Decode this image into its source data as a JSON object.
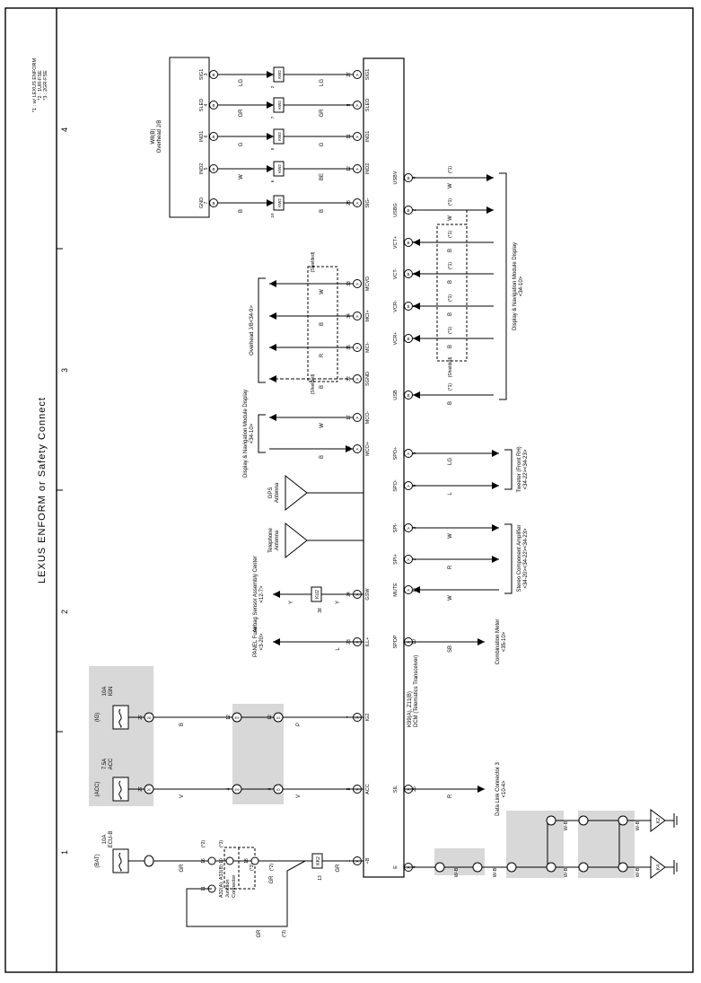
{
  "title": "LEXUS ENFORM or Safety Connect",
  "notes": [
    "*1 : w/ LEXUS ENFORM",
    "*2 : 1UR-FSE",
    "*3 : 2GR-FSE"
  ],
  "sections": [
    "1",
    "2",
    "3",
    "4"
  ],
  "dcm": {
    "code": "K99(A), Z11(B)",
    "name": "DCM (Telematics Transceiver)",
    "left_pins": [
      {
        "num": "27",
        "conn": "A",
        "name": "SIG1"
      },
      {
        "num": "9",
        "conn": "A",
        "name": "SLED"
      },
      {
        "num": "11",
        "conn": "A",
        "name": "IND1"
      },
      {
        "num": "12",
        "conn": "A",
        "name": "IND2"
      },
      {
        "num": "28",
        "conn": "A",
        "name": "SIG-"
      },
      {
        "num": "33",
        "conn": "A",
        "name": "MCVD"
      },
      {
        "num": "34",
        "conn": "A",
        "name": "MCI+"
      },
      {
        "num": "35",
        "conn": "A",
        "name": "MCI-"
      },
      {
        "num": "32",
        "conn": "A",
        "name": "SGND"
      },
      {
        "num": "17",
        "conn": "A",
        "name": "MCO-"
      },
      {
        "num": "18",
        "conn": "A",
        "name": "MCO+"
      },
      {
        "num": "24",
        "conn": "A",
        "name": "GSW"
      },
      {
        "num": "23",
        "conn": "A",
        "name": "ILL+"
      },
      {
        "num": "7",
        "conn": "A",
        "name": "IG2"
      },
      {
        "num": "8",
        "conn": "A",
        "name": "ACC"
      },
      {
        "num": "1",
        "conn": "A",
        "name": "+B"
      }
    ],
    "right_pins": [
      {
        "num": "4",
        "conn": "B",
        "name": "USBV"
      },
      {
        "num": "2",
        "conn": "B",
        "name": "USBG"
      },
      {
        "num": "3",
        "conn": "B",
        "name": "VCT+"
      },
      {
        "num": "5",
        "conn": "B",
        "name": "VCT-"
      },
      {
        "num": "6",
        "conn": "B",
        "name": "VCR-"
      },
      {
        "num": "7",
        "conn": "B",
        "name": "VCR+"
      },
      {
        "num": "1",
        "conn": "B",
        "name": "USB"
      },
      {
        "num": "5",
        "conn": "A",
        "name": "SPO+"
      },
      {
        "num": "6",
        "conn": "A",
        "name": "SPO-"
      },
      {
        "num": "3",
        "conn": "A",
        "name": "SPI-"
      },
      {
        "num": "2",
        "conn": "A",
        "name": "SPI+"
      },
      {
        "num": "17",
        "conn": "A",
        "name": "MUTE"
      },
      {
        "num": "10",
        "conn": "A",
        "name": "SPDP"
      },
      {
        "num": "25",
        "conn": "A",
        "name": "SIL"
      },
      {
        "num": "4",
        "conn": "A",
        "name": "E"
      }
    ]
  },
  "overhead_jb": {
    "code": "W8(B)",
    "name": "Overhead J/B",
    "pins": [
      {
        "num": "3",
        "conn": "B",
        "name": "SIG1"
      },
      {
        "num": "4",
        "conn": "B",
        "name": "SLED"
      },
      {
        "num": "6",
        "conn": "B",
        "name": "IND1"
      },
      {
        "num": "5",
        "conn": "B",
        "name": "IND2"
      },
      {
        "num": "7",
        "conn": "B",
        "name": "GND"
      }
    ]
  },
  "upper_wires": [
    {
      "left": "LG",
      "splice_a": "KW2",
      "splice_b": "2",
      "right": "LG"
    },
    {
      "left": "GR",
      "splice_a": "KW2",
      "splice_b": "7",
      "right": "GR"
    },
    {
      "left": "G",
      "splice_a": "KW2",
      "splice_b": "8",
      "right": "G"
    },
    {
      "left": "W",
      "splice_a": "KW2",
      "splice_b": "6",
      "right": "BE"
    },
    {
      "left": "B",
      "splice_a": "KW2",
      "splice_b": "10",
      "right": "B"
    }
  ],
  "mic_wires": [
    "W",
    "B",
    "R",
    "B"
  ],
  "mic_shield": "(Shielded)",
  "overhead_mic_ref": "Overhead J/B<34-9>",
  "disp_mco_ref": [
    "Display & Navigation Module Display",
    "<34-10>"
  ],
  "mco_wires": [
    "W",
    "B"
  ],
  "gps_antenna": [
    "GPS",
    "Antenna"
  ],
  "tel_antenna": [
    "Telephone",
    "Antenna"
  ],
  "gsw": {
    "splice": "KU2",
    "pin": "38",
    "wire": "Y",
    "ref": "Airbag Sensor Assembly Center",
    "ref2": "<12-7>"
  },
  "ill": {
    "wire": "L",
    "ref": "PANEL Fuse",
    "ref2": "<3-20>"
  },
  "right_ref_usb": "(*1)",
  "right_wires_usb": [
    "W",
    "W",
    "B",
    "B",
    "B",
    "B",
    "B"
  ],
  "usb_shield": "(Shielded)",
  "display_ref": [
    "Display & Navigation Module Display",
    "<34-10>"
  ],
  "tweeter_ref": [
    "Tweeter (Front RH)",
    "<34-22><34-23>"
  ],
  "tweeter_wires": [
    "LG",
    "L"
  ],
  "amp_ref": [
    "Stereo Component Amplifier",
    "<34-20><34-22><34-23>"
  ],
  "amp_wires": [
    "W",
    "R",
    "W"
  ],
  "meter_ref": [
    "Combination Meter",
    "<35-10>"
  ],
  "meter_wire": "SB",
  "dlc_ref": [
    "Data Link Connector 3",
    "<10-4>"
  ],
  "dlc_wire": "R",
  "fuses": [
    {
      "label": "(IG)",
      "amp": "10A",
      "name": "IGN",
      "pin": "27",
      "conn": "2D",
      "wire": "B"
    },
    {
      "label": "(ACC)",
      "amp": "7.5A",
      "name": "ACC",
      "pin": "27",
      "conn": "2C",
      "wire": "V"
    },
    {
      "label": "(BAT)",
      "amp": "10A",
      "name": "ECU-B",
      "pin": "",
      "conn": "",
      "wire": "GR"
    }
  ],
  "ig_junction": {
    "pin_a": "12",
    "conn_a": "E9",
    "pin_b": "12",
    "conn_b": "IO",
    "wire": "P"
  },
  "acc_junction": {
    "pin_a": "4",
    "conn_a": "E9",
    "pin_b": "4",
    "conn_b": "IO",
    "wire": "V"
  },
  "junction_connector": {
    "code": "A32(A), A33(B)",
    "name": "Junction",
    "name2": "Connector"
  },
  "bat_details": {
    "p16": "16",
    "p10": "10",
    "p11": "11",
    "p18": "18",
    "s2": "(*2)",
    "s3": "(*3)",
    "wire_gr": "GR",
    "splice": "KK2",
    "pin13": "13"
  },
  "ground": {
    "g1": "K4",
    "g2": "K2",
    "wire": "W-B"
  }
}
